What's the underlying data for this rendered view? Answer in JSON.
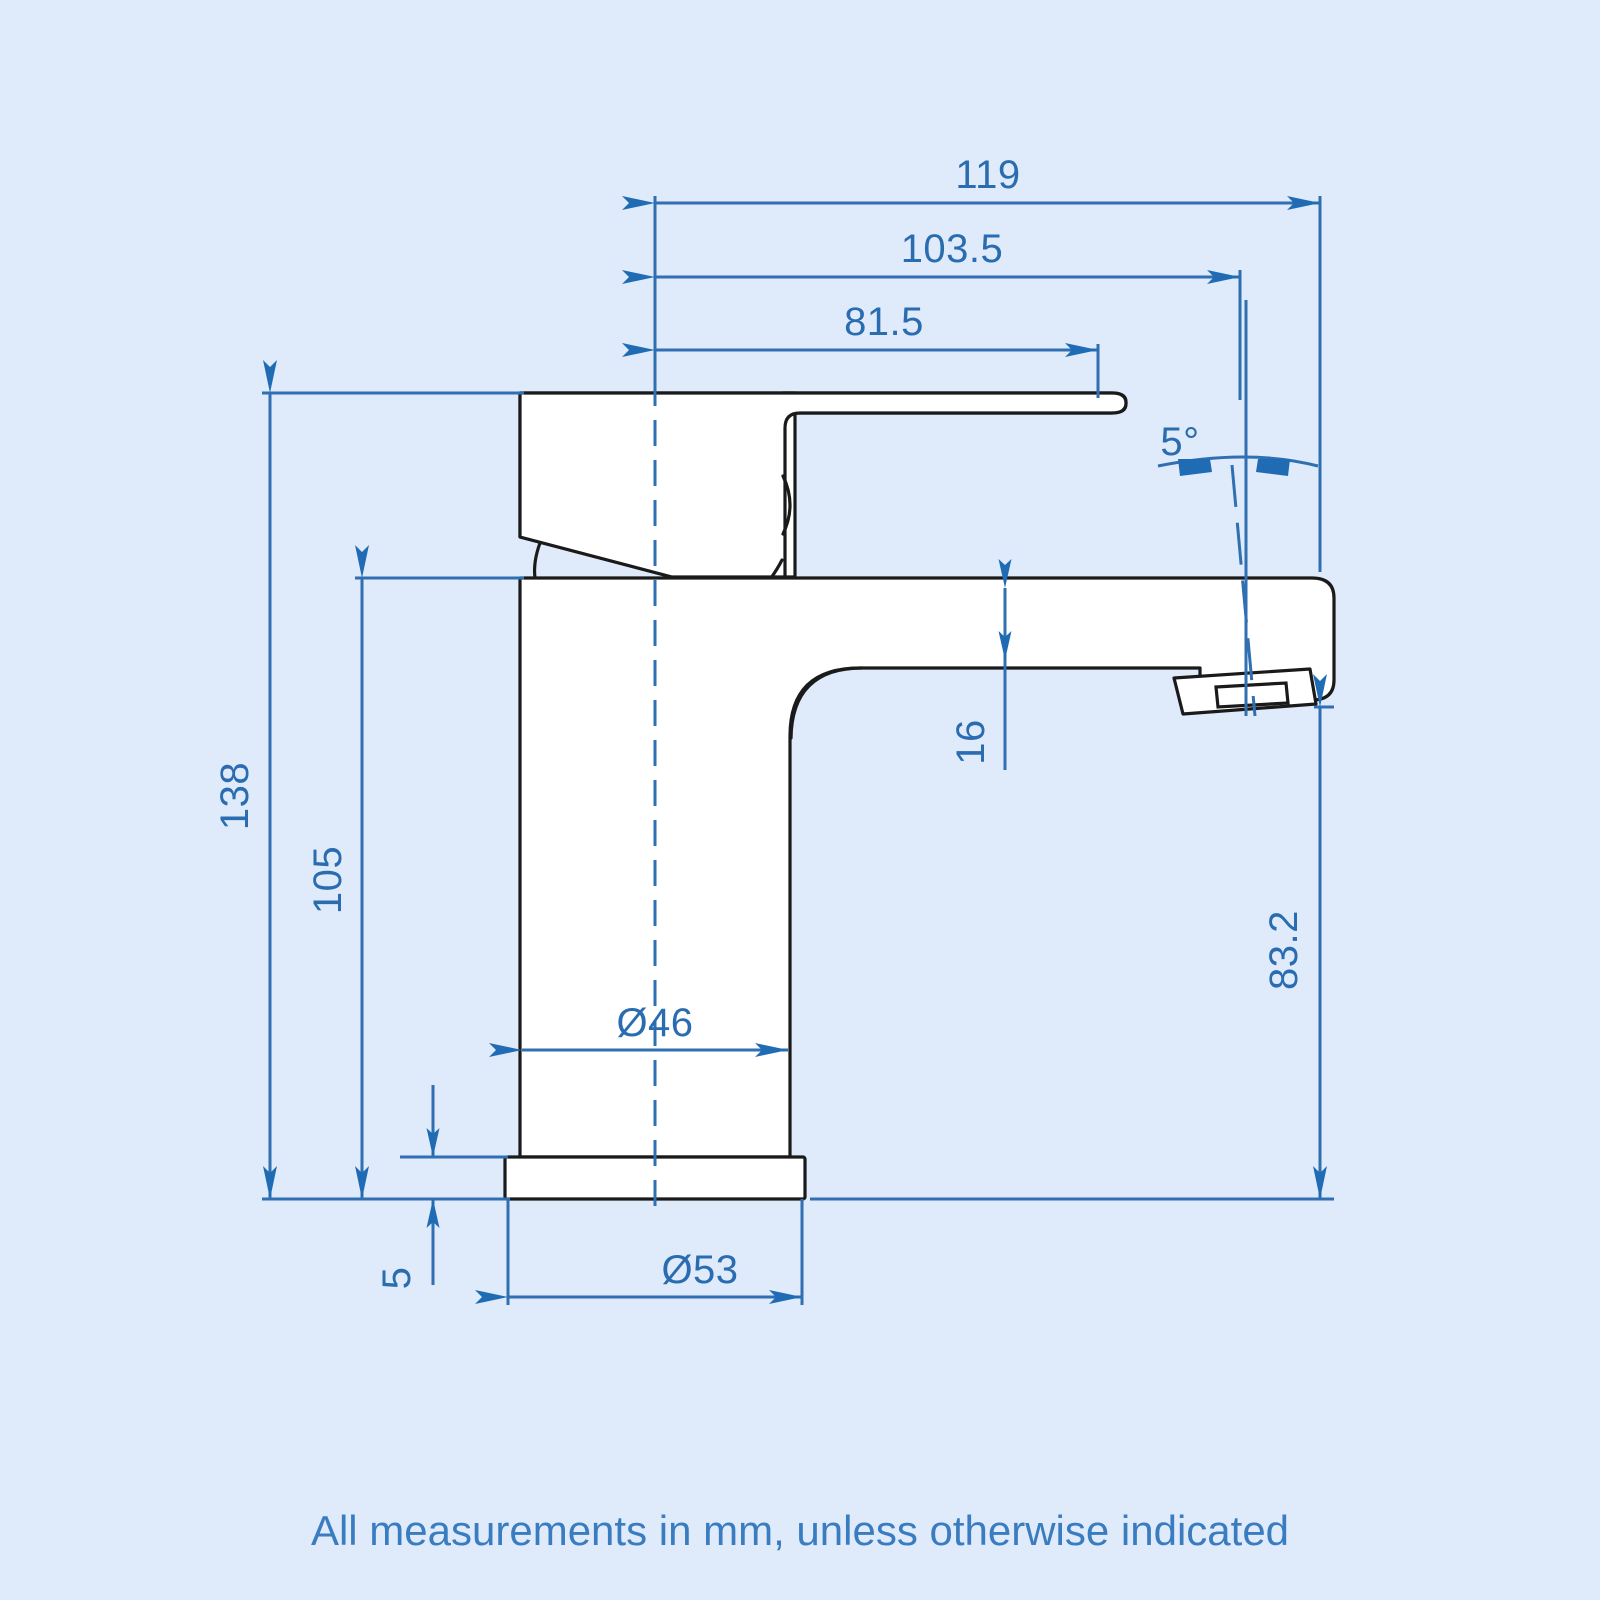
{
  "drawing": {
    "title": "Basin Mixer Tap Technical Drawing",
    "units_note": "All measurements in mm, unless otherwise indicated",
    "background_color": "#dfeafa",
    "dimension_color": "#2f6fb2",
    "outline_color": "#1a1a1a",
    "part_fill_color": "#ffffff"
  },
  "dimensions": {
    "overall_width": "119",
    "spout_reach": "103.5",
    "lever_length": "81.5",
    "overall_height": "138",
    "body_height": "105",
    "spout_thickness": "16",
    "spout_outlet_height": "83.2",
    "body_diameter": "Ø46",
    "base_diameter": "Ø53",
    "base_thickness": "5",
    "aerator_angle": "5°"
  },
  "labels": {
    "dim_119": "119",
    "dim_103_5": "103.5",
    "dim_81_5": "81.5",
    "dim_138": "138",
    "dim_105": "105",
    "dim_16": "16",
    "dim_83_2": "83.2",
    "dim_d46": "Ø46",
    "dim_d53": "Ø53",
    "dim_5": "5",
    "dim_angle": "5°",
    "caption": "All measurements in mm, unless otherwise indicated"
  }
}
